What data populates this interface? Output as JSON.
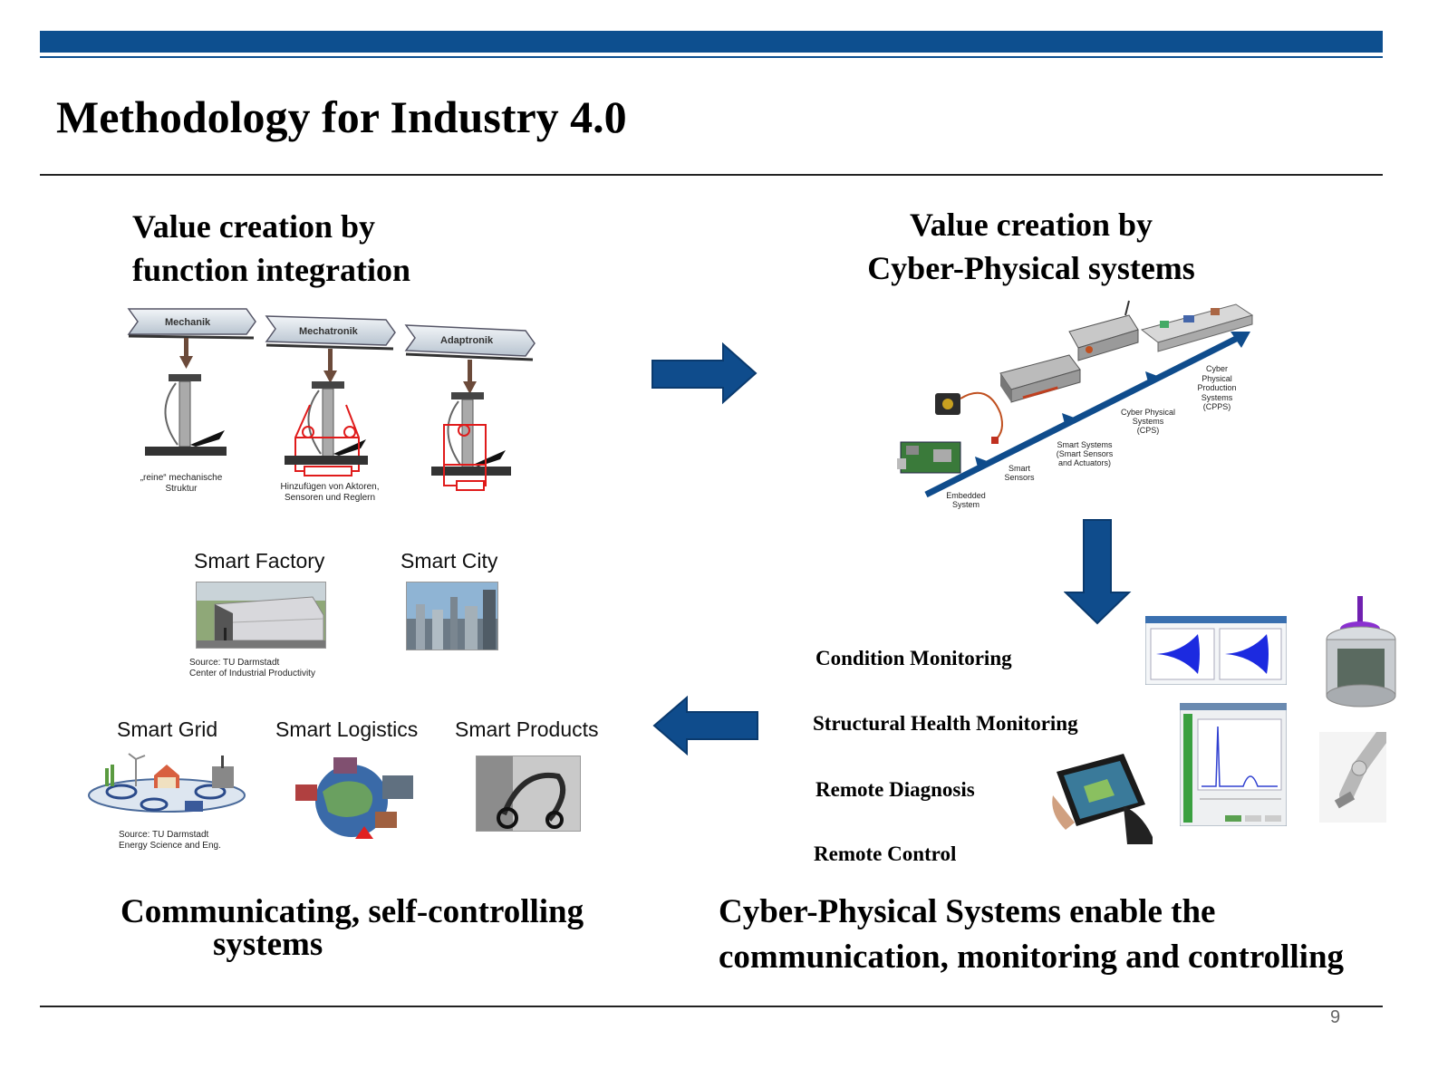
{
  "title": "Methodology for Industry 4.0",
  "function_integration": {
    "heading_line1": "Value creation by",
    "heading_line2": "function integration",
    "stages": [
      "Mechanik",
      "Mechatronik",
      "Adaptronik"
    ],
    "captions": {
      "mechanik_line1": "„reine“ mechanische",
      "mechanik_line2": "Struktur",
      "mechatronik_line1": "Hinzufügen von Aktoren,",
      "mechatronik_line2": "Sensoren und Reglern"
    }
  },
  "cps": {
    "heading_line1": "Value creation by",
    "heading_line2": "Cyber-Physical systems",
    "stages": {
      "embedded_1": "Embedded",
      "embedded_2": "System",
      "smart_sensors_1": "Smart",
      "smart_sensors_2": "Sensors",
      "smart_systems_1": "Smart Systems",
      "smart_systems_2": "(Smart Sensors",
      "smart_systems_3": "and Actuators)",
      "cps_1": "Cyber Physical",
      "cps_2": "Systems",
      "cps_3": "(CPS)",
      "cpps_1": "Cyber",
      "cpps_2": "Physical",
      "cpps_3": "Production",
      "cpps_4": "Systems",
      "cpps_5": "(CPPS)"
    }
  },
  "smart": {
    "factory": "Smart Factory",
    "city": "Smart City",
    "factory_source_1": "Source: TU Darmstadt",
    "factory_source_2": "Center of Industrial Productivity",
    "grid": "Smart Grid",
    "logistics": "Smart Logistics",
    "products": "Smart Products",
    "grid_source_1": "Source: TU Darmstadt",
    "grid_source_2": "Energy Science and Eng."
  },
  "applications": {
    "condition": "Condition Monitoring",
    "structural": "Structural Health Monitoring",
    "remote_diag": "Remote Diagnosis",
    "remote_ctrl": "Remote Control"
  },
  "bottom_left": {
    "line1": "Communicating, self-controlling",
    "line2": "systems"
  },
  "bottom_right": {
    "line1": "Cyber-Physical Systems enable the",
    "line2": "communication, monitoring and controlling"
  },
  "page_number": "9",
  "colors": {
    "brand_blue": "#0d4f8f",
    "arrow_blue": "#0f4c8c",
    "diagram_red": "#e01b1b"
  }
}
